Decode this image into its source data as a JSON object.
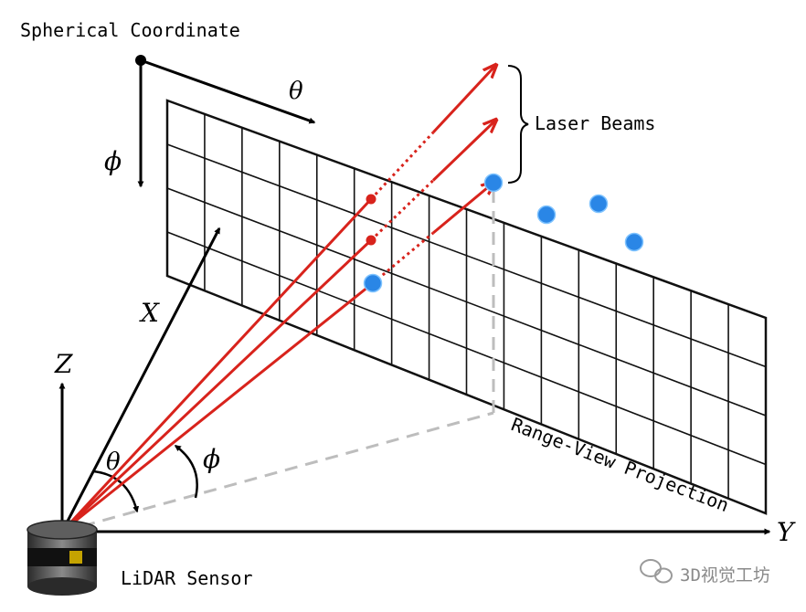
{
  "labels": {
    "spherical_coordinate": "Spherical Coordinate",
    "laser_beams": "Laser Beams",
    "range_view_projection": "Range-View Projection",
    "lidar_sensor": "LiDAR Sensor",
    "theta": "θ",
    "phi": "ϕ",
    "axis_x": "X",
    "axis_y": "Y",
    "axis_z": "Z",
    "watermark": "3D视觉工坊"
  },
  "colors": {
    "beam": "#d8231c",
    "point": "#2a86e6",
    "grid": "#111111",
    "dashed": "#bdbdbd"
  },
  "icons": {
    "sensor": "lidar-sensor-icon",
    "watermark": "wechat-icon"
  }
}
